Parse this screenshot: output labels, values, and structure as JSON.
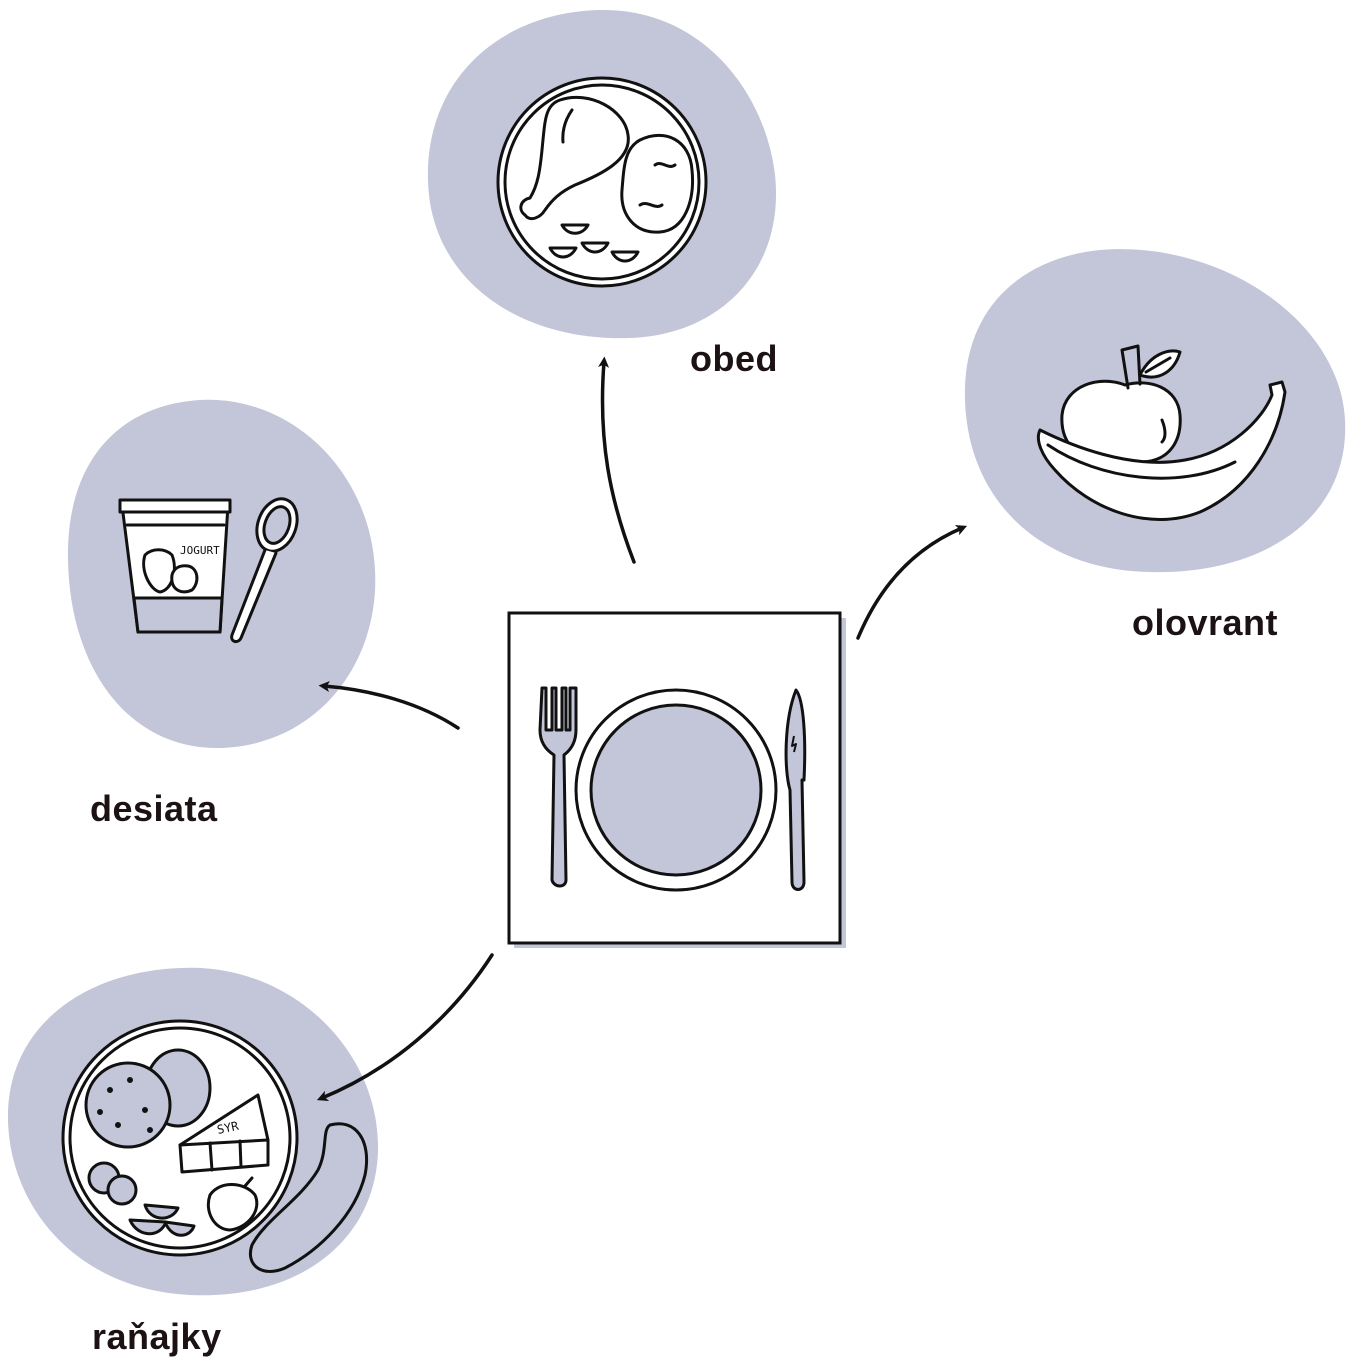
{
  "meals": {
    "obed": {
      "label": "obed"
    },
    "olovrant": {
      "label": "olovrant"
    },
    "desiata": {
      "label": "desiata",
      "jar_text": "JOGURT"
    },
    "ranajky": {
      "label": "raňajky",
      "cheese_text": "SYR"
    }
  },
  "colors": {
    "blob": "#c3c5d8",
    "ink": "#111111",
    "text": "#1c1214"
  }
}
